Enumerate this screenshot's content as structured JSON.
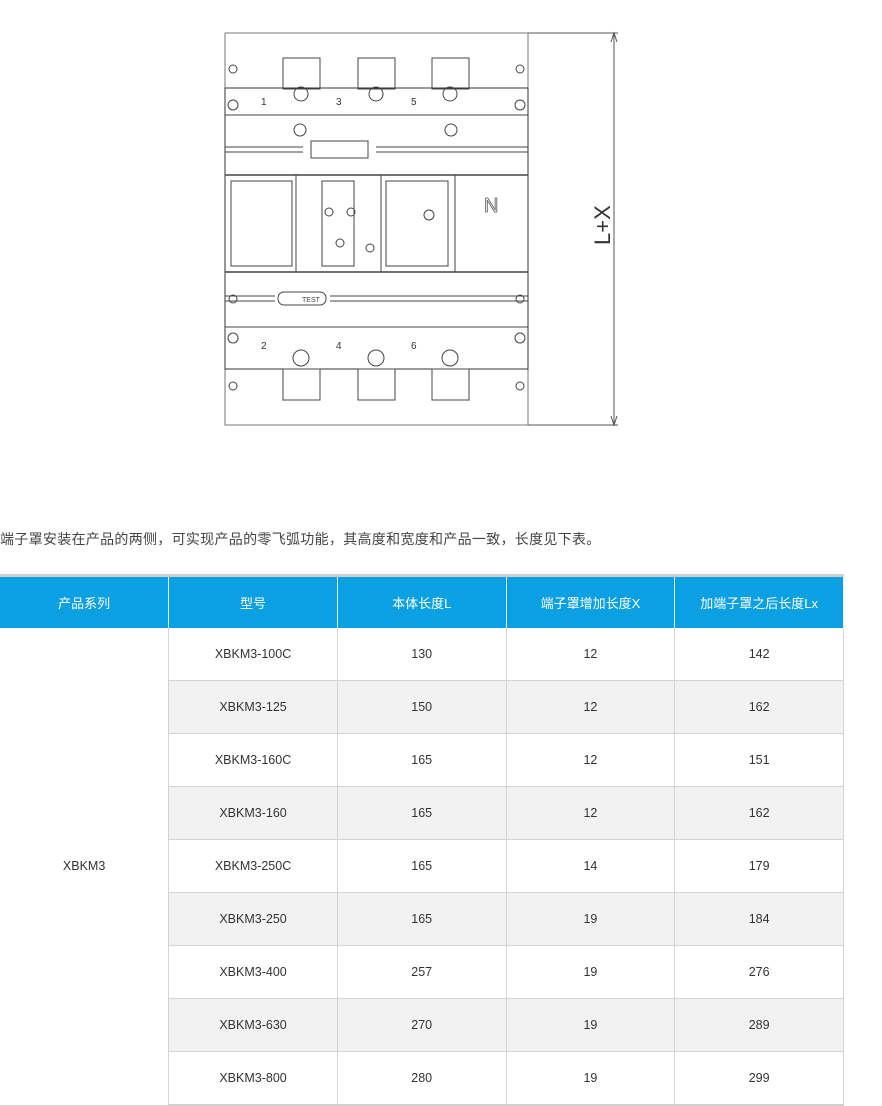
{
  "drawing": {
    "dimension_label": "L+X",
    "terminals_top": [
      "1",
      "3",
      "5"
    ],
    "terminals_bottom": [
      "2",
      "4",
      "6"
    ],
    "neutral_label": "N",
    "test_label": "TEST"
  },
  "description": "端子罩安装在产品的两侧，可实现产品的零飞弧功能，其高度和宽度和产品一致，长度见下表。",
  "table": {
    "headers": [
      "产品系列",
      "型号",
      "本体长度L",
      "端子罩增加长度X",
      "加端子罩之后长度Lx"
    ],
    "series": "XBKM3",
    "rows": [
      [
        "XBKM3-100C",
        "130",
        "12",
        "142"
      ],
      [
        "XBKM3-125",
        "150",
        "12",
        "162"
      ],
      [
        "XBKM3-160C",
        "165",
        "12",
        "151"
      ],
      [
        "XBKM3-160",
        "165",
        "12",
        "162"
      ],
      [
        "XBKM3-250C",
        "165",
        "14",
        "179"
      ],
      [
        "XBKM3-250",
        "165",
        "19",
        "184"
      ],
      [
        "XBKM3-400",
        "257",
        "19",
        "276"
      ],
      [
        "XBKM3-630",
        "270",
        "19",
        "289"
      ],
      [
        "XBKM3-800",
        "280",
        "19",
        "299"
      ]
    ]
  }
}
